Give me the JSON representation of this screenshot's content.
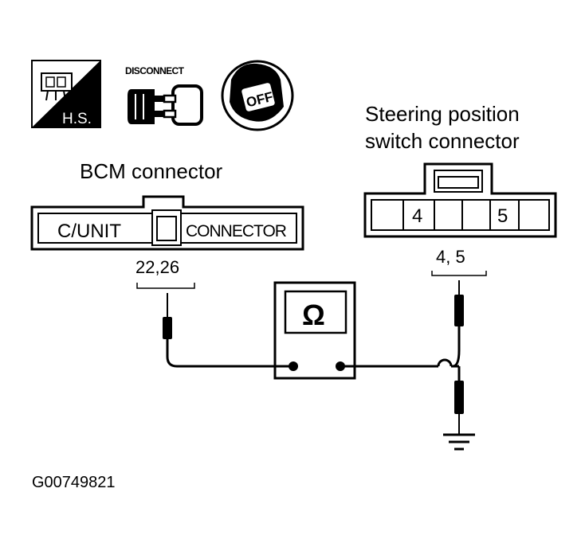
{
  "icons": {
    "harness_label": "H.S.",
    "disconnect_label": "DISCONNECT",
    "ignition_label": "OFF"
  },
  "bcm": {
    "title": "BCM connector",
    "left_label": "C/UNIT",
    "right_label": "CONNECTOR",
    "terminals": "22,26"
  },
  "steering": {
    "title_line1": "Steering position",
    "title_line2": "switch connector",
    "pin_a": "4",
    "pin_b": "5",
    "terminals": "4, 5"
  },
  "meter": {
    "symbol": "Ω"
  },
  "figure_id": "G00749821",
  "colors": {
    "ink": "#000000",
    "paper": "#ffffff"
  }
}
